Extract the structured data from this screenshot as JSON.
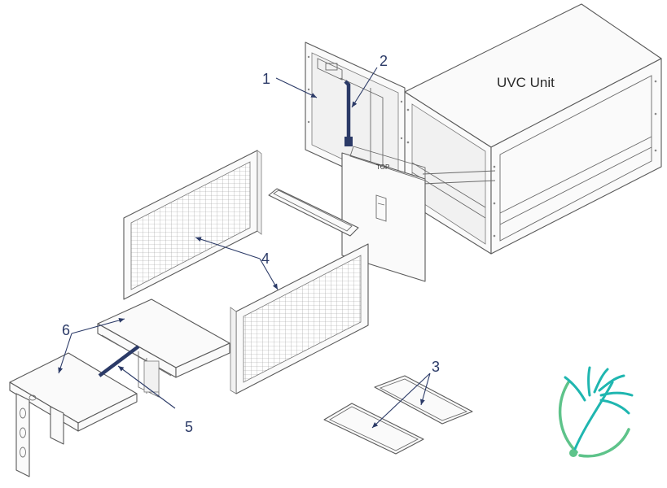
{
  "diagram": {
    "unit_label": "UVC Unit",
    "panel_label": "TOP",
    "callouts": {
      "c1": "1",
      "c2": "2",
      "c3": "3",
      "c4": "4",
      "c5": "5",
      "c6": "6"
    }
  },
  "colors": {
    "callout": "#2b3a67",
    "logo_teal": "#1fb6b0",
    "logo_green": "#5ec38a"
  },
  "icons": {
    "logo": "dandelion-logo-icon"
  }
}
